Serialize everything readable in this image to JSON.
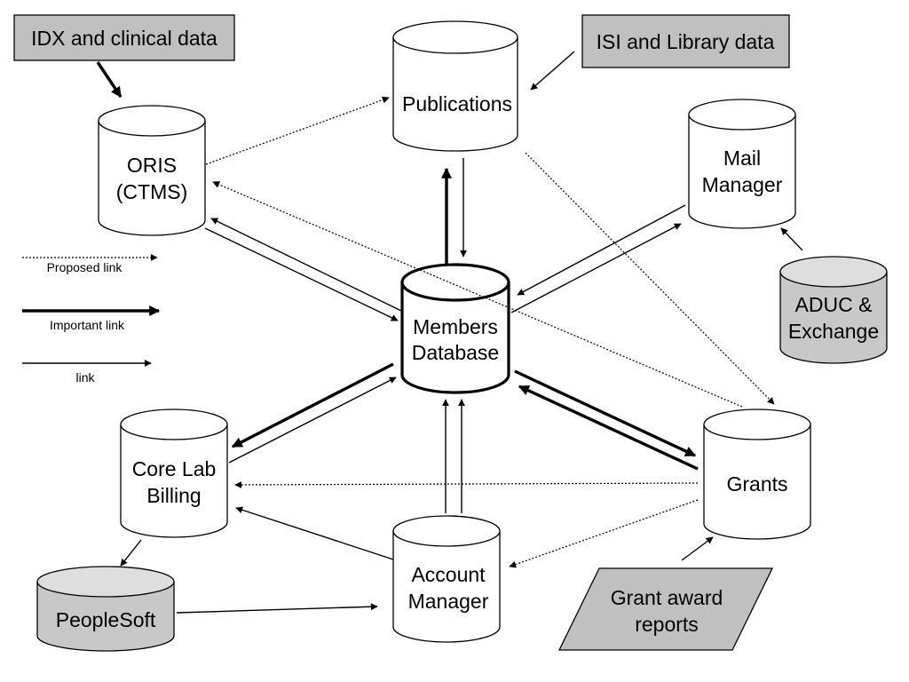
{
  "nodes": {
    "idx": "IDX and clinical data",
    "isi": "ISI and Library data",
    "publications": "Publications",
    "oris": [
      "ORIS",
      "(CTMS)"
    ],
    "mail_manager": [
      "Mail",
      "Manager"
    ],
    "members_db": [
      "Members",
      "Database"
    ],
    "aduc": [
      "ADUC &",
      "Exchange"
    ],
    "core_lab": [
      "Core Lab",
      "Billing"
    ],
    "grants": "Grants",
    "account_manager": [
      "Account",
      "Manager"
    ],
    "grant_award": [
      "Grant award",
      "reports"
    ],
    "peoplesoft": "PeopleSoft"
  },
  "legend": {
    "proposed": "Proposed link",
    "important": "Important  link",
    "link": "link"
  }
}
